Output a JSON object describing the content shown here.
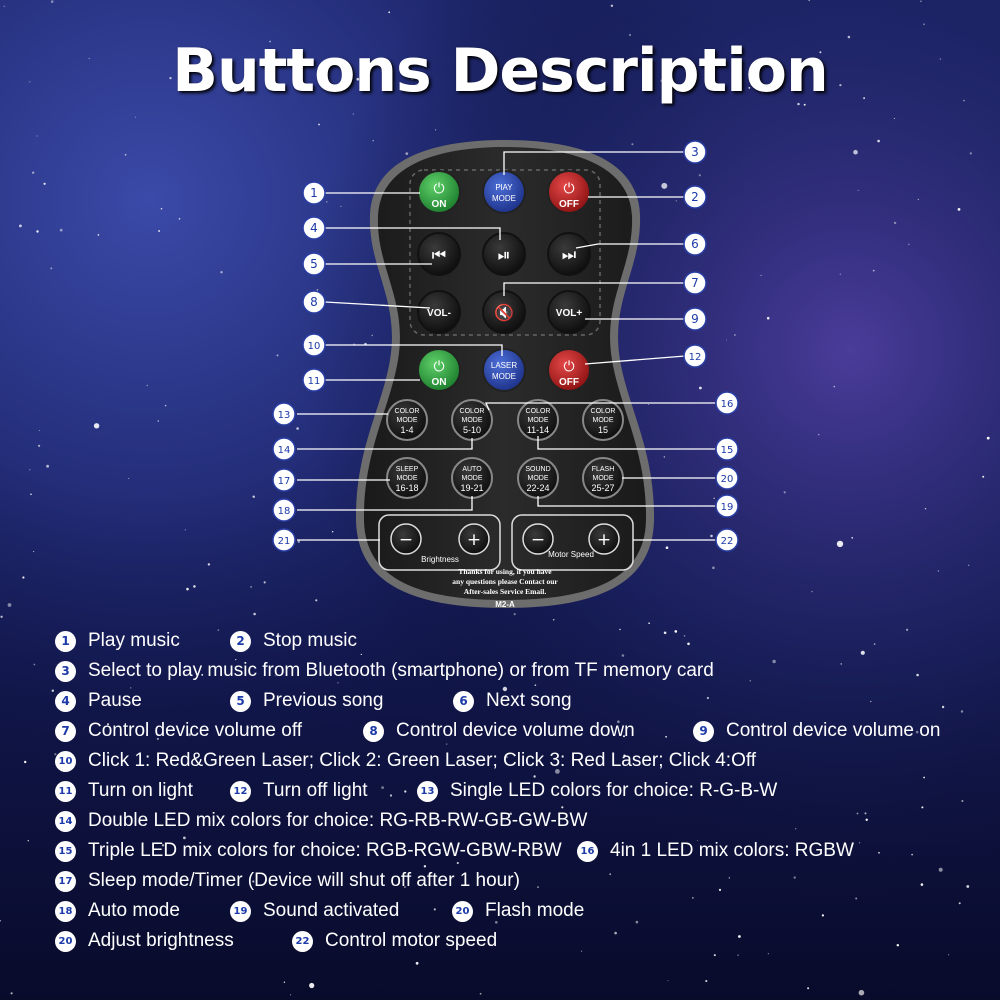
{
  "title": "Buttons Description",
  "remote": {
    "buttons": {
      "on_top": "ON",
      "play_mode": [
        "PlAY",
        "MODE"
      ],
      "off_top": "OFF",
      "vol_down": "VOL-",
      "vol_up": "VOL+",
      "on_bottom": "ON",
      "laser_mode": [
        "LASER",
        "MODE"
      ],
      "off_bottom": "OFF",
      "color_1": [
        "COLOR",
        "MODE",
        "1-4"
      ],
      "color_2": [
        "COLOR",
        "MODE",
        "5-10"
      ],
      "color_3": [
        "COLOR",
        "MODE",
        "11-14"
      ],
      "color_4": [
        "COLOR",
        "MODE",
        "15"
      ],
      "sleep": [
        "SLEEP",
        "MODE",
        "16-18"
      ],
      "auto": [
        "AUTO",
        "MODE",
        "19-21"
      ],
      "sound": [
        "SOUND",
        "MODE",
        "22-24"
      ],
      "flash": [
        "FLASH",
        "MODE",
        "25-27"
      ],
      "brightness": "Brightness",
      "motor_speed": "Motor Speed"
    },
    "footer": [
      "Thanks for using, if you have",
      "any questions please Contact our",
      "After-sales Service Email."
    ],
    "model": "M2-A"
  },
  "callouts": [
    "1",
    "2",
    "3",
    "4",
    "5",
    "6",
    "7",
    "8",
    "9",
    "10",
    "11",
    "12",
    "13",
    "14",
    "15",
    "16",
    "17",
    "18",
    "19",
    "20",
    "21",
    "22"
  ],
  "legend": [
    [
      {
        "n": "1",
        "t": "Play music"
      },
      {
        "n": "2",
        "t": "Stop music"
      }
    ],
    [
      {
        "n": "3",
        "t": "Select to play music from Bluetooth (smartphone) or from TF memory card"
      }
    ],
    [
      {
        "n": "4",
        "t": "Pause"
      },
      {
        "n": "5",
        "t": "Previous song"
      },
      {
        "n": "6",
        "t": "Next song"
      }
    ],
    [
      {
        "n": "7",
        "t": "Control device volume off"
      },
      {
        "n": "8",
        "t": "Control device volume down"
      },
      {
        "n": "9",
        "t": "Control device volume on"
      }
    ],
    [
      {
        "n": "10",
        "t": "Click 1: Red&Green Laser; Click 2: Green Laser; Click 3: Red Laser; Click 4:Off"
      }
    ],
    [
      {
        "n": "11",
        "t": "Turn on light"
      },
      {
        "n": "12",
        "t": "Turn off light"
      },
      {
        "n": "13",
        "t": "Single LED colors for choice: R-G-B-W"
      }
    ],
    [
      {
        "n": "14",
        "t": "Double LED mix colors for choice: RG-RB-RW-GB-GW-BW"
      }
    ],
    [
      {
        "n": "15",
        "t": "Triple LED mix colors for choice: RGB-RGW-GBW-RBW"
      },
      {
        "n": "16",
        "t": "4in 1 LED mix colors: RGBW"
      }
    ],
    [
      {
        "n": "17",
        "t": "Sleep mode/Timer (Device will shut off after 1 hour)"
      }
    ],
    [
      {
        "n": "18",
        "t": "Auto mode"
      },
      {
        "n": "19",
        "t": "Sound activated"
      },
      {
        "n": "20",
        "t": "Flash mode"
      }
    ],
    [
      {
        "n": "20",
        "t": "Adjust brightness"
      },
      {
        "n": "22",
        "t": "Control motor speed"
      }
    ]
  ]
}
